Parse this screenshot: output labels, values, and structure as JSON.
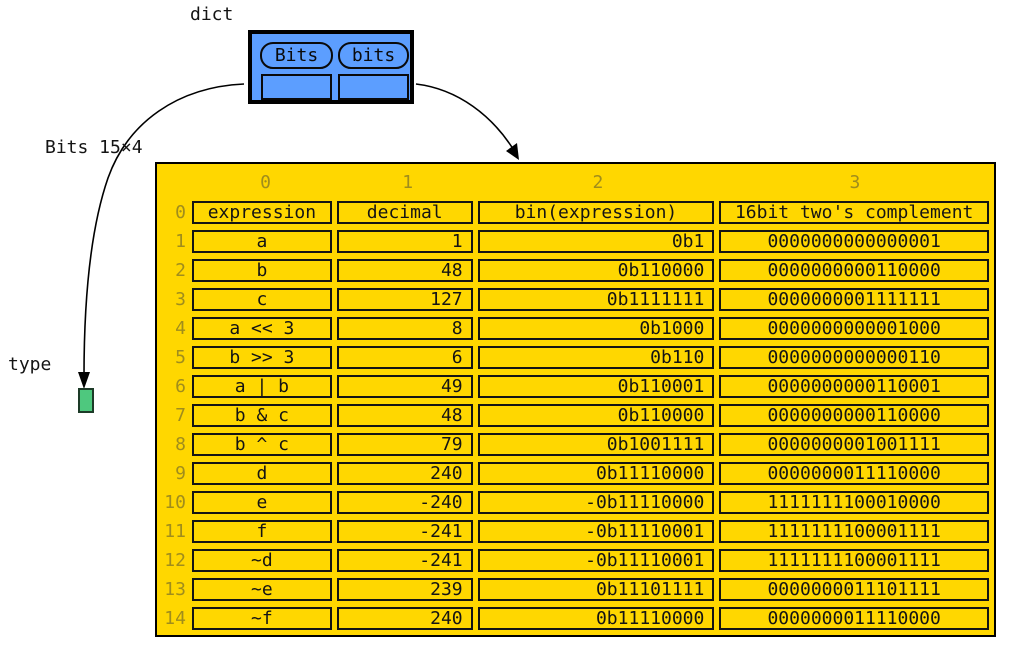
{
  "labels": {
    "dict": "dict",
    "array": "Bits 15×4",
    "type": "type"
  },
  "dict": {
    "keys": [
      "Bits",
      "bits"
    ]
  },
  "table": {
    "col_headers": [
      "0",
      "1",
      "2",
      "3"
    ],
    "column_alignments": [
      "center",
      "right",
      "right",
      "center"
    ],
    "rows": [
      {
        "index": "0",
        "cells": [
          "expression",
          "decimal",
          "bin(expression)",
          "16bit two's complement"
        ]
      },
      {
        "index": "1",
        "cells": [
          "a",
          "1",
          "0b1",
          "0000000000000001"
        ]
      },
      {
        "index": "2",
        "cells": [
          "b",
          "48",
          "0b110000",
          "0000000000110000"
        ]
      },
      {
        "index": "3",
        "cells": [
          "c",
          "127",
          "0b1111111",
          "0000000001111111"
        ]
      },
      {
        "index": "4",
        "cells": [
          "a << 3",
          "8",
          "0b1000",
          "0000000000001000"
        ]
      },
      {
        "index": "5",
        "cells": [
          "b >> 3",
          "6",
          "0b110",
          "0000000000000110"
        ]
      },
      {
        "index": "6",
        "cells": [
          "a | b",
          "49",
          "0b110001",
          "0000000000110001"
        ]
      },
      {
        "index": "7",
        "cells": [
          "b & c",
          "48",
          "0b110000",
          "0000000000110000"
        ]
      },
      {
        "index": "8",
        "cells": [
          "b ^ c",
          "79",
          "0b1001111",
          "0000000001001111"
        ]
      },
      {
        "index": "9",
        "cells": [
          "d",
          "240",
          "0b11110000",
          "0000000011110000"
        ]
      },
      {
        "index": "10",
        "cells": [
          "e",
          "-240",
          "-0b11110000",
          "1111111100010000"
        ]
      },
      {
        "index": "11",
        "cells": [
          "f",
          "-241",
          "-0b11110001",
          "1111111100001111"
        ]
      },
      {
        "index": "12",
        "cells": [
          "~d",
          "-241",
          "-0b11110001",
          "1111111100001111"
        ]
      },
      {
        "index": "13",
        "cells": [
          "~e",
          "239",
          "0b11101111",
          "0000000011101111"
        ]
      },
      {
        "index": "14",
        "cells": [
          "~f",
          "240",
          "0b11110000",
          "0000000011110000"
        ]
      }
    ]
  },
  "colors": {
    "dict_fill": "#5c9eff",
    "table_fill": "#ffd700",
    "type_fill": "#4ec87e",
    "index_text": "#a08d1c",
    "line": "#000000",
    "background": "#ffffff"
  }
}
